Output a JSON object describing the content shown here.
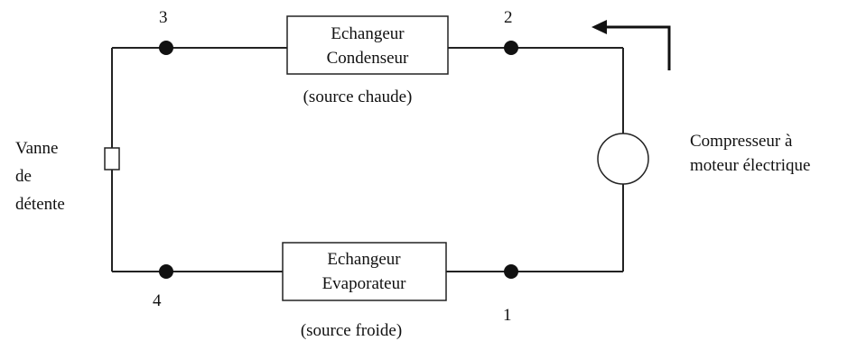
{
  "nodes": {
    "n1": "1",
    "n2": "2",
    "n3": "3",
    "n4": "4"
  },
  "condenser": {
    "line1": "Echangeur",
    "line2": "Condenseur",
    "source": "(source chaude)"
  },
  "evaporator": {
    "line1": "Echangeur",
    "line2": "Evaporateur",
    "source": "(source froide)"
  },
  "valve": {
    "line1": "Vanne",
    "line2": "de",
    "line3": "détente"
  },
  "compressor": {
    "line1": "Compresseur à",
    "line2": "moteur électrique"
  }
}
